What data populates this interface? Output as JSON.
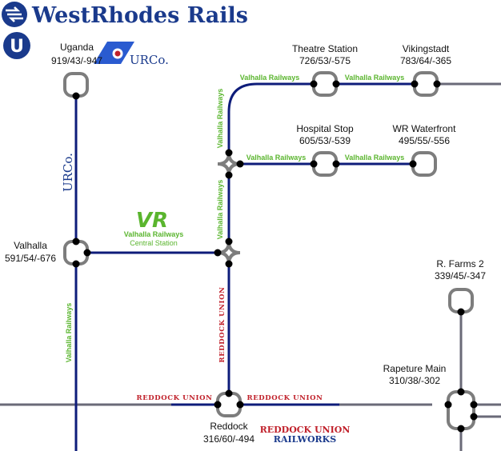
{
  "header": {
    "title": "WestRhodes Rails",
    "operator_logo_letter": "U"
  },
  "colors": {
    "track": "#0e1c7a",
    "other_track": "#6a6a78",
    "valhalla_green": "#5ab52e",
    "reddock_red": "#c0202a",
    "urc_blue": "#1a3a8c"
  },
  "operators": {
    "urc": "URCo.",
    "urc_logo_text": "URCo.",
    "vr_logo": "VR",
    "vr_name": "Valhalla Railways",
    "vr_sub": "Central Station",
    "rdu_line1": "REDDOCK UNION",
    "rdu_line2": "RAILWORKS"
  },
  "stations": [
    {
      "id": "uganda",
      "name": "Uganda",
      "code": "919/43/-947"
    },
    {
      "id": "theatre",
      "name": "Theatre Station",
      "code": "726/53/-575"
    },
    {
      "id": "vikingstadt",
      "name": "Vikingstadt",
      "code": "783/64/-365"
    },
    {
      "id": "hospital",
      "name": "Hospital Stop",
      "code": "605/53/-539"
    },
    {
      "id": "waterfront",
      "name": "WR Waterfront",
      "code": "495/55/-556"
    },
    {
      "id": "valhalla",
      "name": "Valhalla",
      "code": "591/54/-676"
    },
    {
      "id": "rfarms",
      "name": "R. Farms 2",
      "code": "339/45/-347"
    },
    {
      "id": "rapeture",
      "name": "Rapeture Main",
      "code": "310/38/-302"
    },
    {
      "id": "reddock",
      "name": "Reddock",
      "code": "316/60/-494"
    }
  ],
  "line_labels": {
    "valhalla_railways": "Valhalla Railways",
    "reddock_union": "REDDOCK UNION"
  }
}
